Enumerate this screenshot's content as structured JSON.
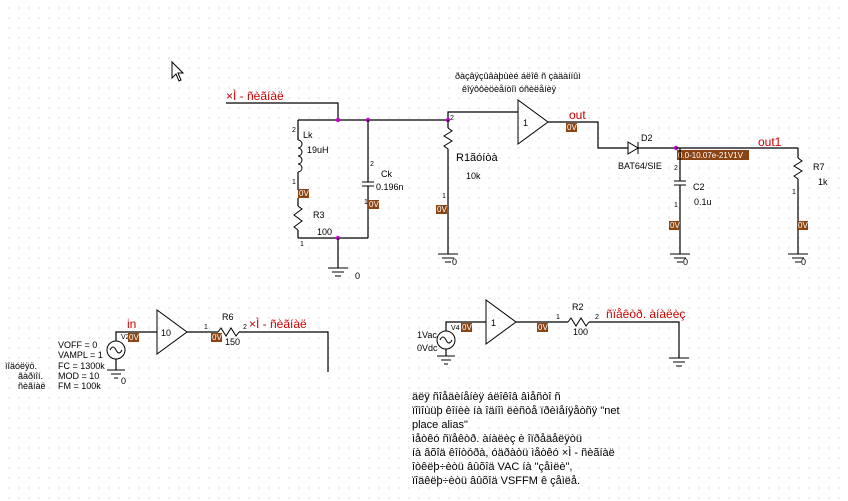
{
  "nets": {
    "input_alias": "×Ì - ñèãíàë",
    "in": "in",
    "out": "out",
    "out1": "out1",
    "ground": "0",
    "sin_src_net": "ñïåêòð. àíàëèç"
  },
  "annotation_top": [
    "ðàçâÿçûâàþùèé áëîê ñ çàäàííûì",
    "êîýôôèöèåíòîì óñèëåíèÿ"
  ],
  "components": {
    "Lk": {
      "name": "Lk",
      "value": "19uH"
    },
    "Ck": {
      "name": "Ck",
      "value": "0.196n"
    },
    "R3": {
      "name": "R3",
      "value": "100"
    },
    "R1": {
      "name": "R1ãóíòà",
      "value": "10k"
    },
    "D2": {
      "name": "D2",
      "value": "BAT64/SIE"
    },
    "C2": {
      "name": "C2",
      "value": "0.1u"
    },
    "R7": {
      "name": "R7",
      "value": "1k"
    },
    "R6": {
      "name": "R6",
      "value": "150"
    },
    "R2": {
      "name": "R2",
      "value": "100"
    },
    "V2": {
      "name": "V2",
      "params": [
        "VOFF = 0",
        "VAMPL = 1",
        "FC = 1300k",
        "MOD = 10",
        "FM = 100k"
      ],
      "side_labels": [
        "ìîäóëÿö.",
        "ãàðìîí.",
        "ñèãíàë"
      ]
    },
    "V4": {
      "name": "V4",
      "params": [
        "1Vac",
        "0Vdc"
      ]
    }
  },
  "amps": {
    "buf_top": "1",
    "amp_in": "10",
    "buf_ac": "1"
  },
  "pins": {
    "p1": "1",
    "p2": "2"
  },
  "voltage_markers": {
    "generic": "0V",
    "out1": "0.0-10.07e-21V1V"
  },
  "note_lines": [
    "äëÿ ñîåäèíåíèÿ áëîêîâ  âìåñòî ñ",
    "ïîìîùüþ êîíèè íà îäíîì ëèñòå ïðèìåíÿåòñÿ \"net",
    "place alias\"",
    "ìåòêó ñïåêòð. àíàëèç  è îïðåäåëÿòü",
    "íà âõîä êîíòóðà, óäðàòü ìåòêó ×Ì - ñèãíàë",
    "îòêëþ÷èòü âûõîä VAC íà \"çåìëè\",",
    "ïîäêëþ÷èòü âûõîä VSFFM ê çåìëå."
  ],
  "colors": {
    "wire": "#000000",
    "net_label": "#cc0000",
    "node": "#cc00cc",
    "marker_bg": "#8b4513",
    "grid_dot": "#bfbfbf"
  }
}
